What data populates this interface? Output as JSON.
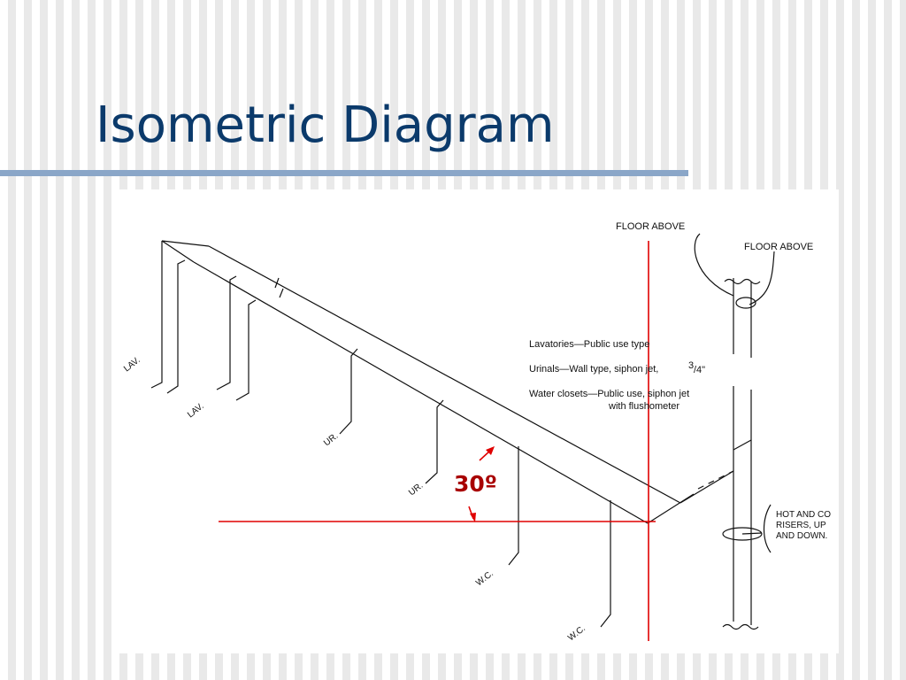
{
  "slide": {
    "title": "Isometric Diagram"
  },
  "diagram": {
    "floor_above_left": "FLOOR ABOVE",
    "floor_above_right": "FLOOR ABOVE",
    "legend": {
      "lavatories": "Lavatories—Public use type",
      "urinals": "Urinals—Wall type, siphon jet,",
      "urinals_size_num": "3",
      "urinals_size_den": "/4\"",
      "water_closets_line1": "Water closets—Public use, siphon jet",
      "water_closets_line2": "with flushometer"
    },
    "risers_label": [
      "HOT AND CO",
      "RISERS, UP",
      "AND DOWN."
    ],
    "fixture_labels": {
      "lav_1": "LAV.",
      "lav_2": "LAV.",
      "ur_1": "UR.",
      "ur_2": "UR.",
      "wc_1": "W.C.",
      "wc_2": "W.C."
    },
    "angle_label": "30º",
    "colors": {
      "line": "#111111",
      "reference_line": "#e00000",
      "angle_text": "#a80000"
    }
  }
}
